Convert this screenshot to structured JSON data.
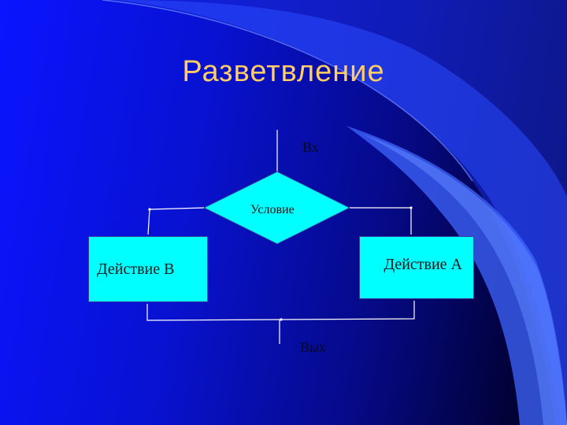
{
  "slide": {
    "title": "Разветвление"
  },
  "flowchart": {
    "entry_label": "Вх",
    "condition_label": "Условие",
    "action_b_label": "Действие В",
    "action_a_label": "Действие А",
    "exit_label": "Вых"
  },
  "colors": {
    "title": "#ffcc66",
    "box_fill": "#00ffff",
    "connector": "#ffffff",
    "background_left": "#0a14ff",
    "background_right": "#000018",
    "swoosh": "#3366ff"
  }
}
